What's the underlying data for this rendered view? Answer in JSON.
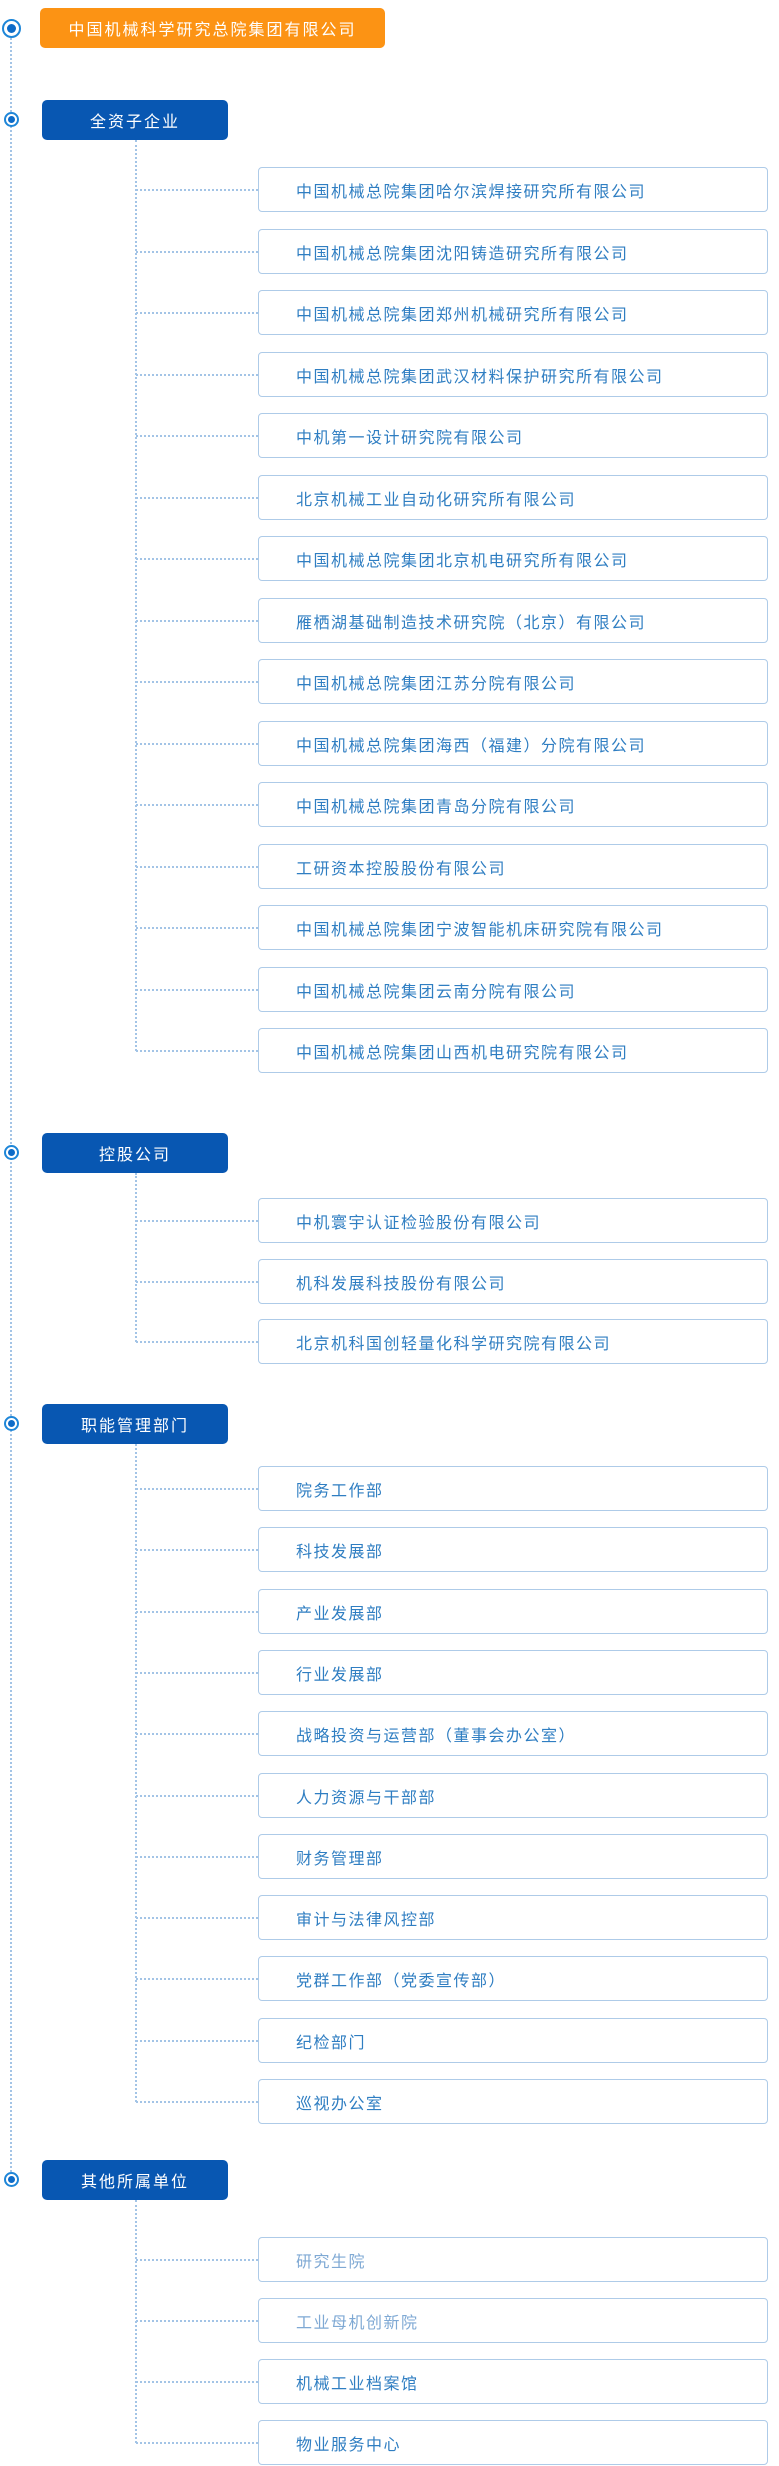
{
  "root": {
    "title": "中国机械科学研究总院集团有限公司"
  },
  "colors": {
    "root_bg": "#FC9314",
    "section_bg": "#0857B2",
    "item_text": "#2F7EC2",
    "item_text_muted": "#7FA9D4",
    "item_border": "#AECBE8",
    "connector": "#A3C4E6"
  },
  "icons": {
    "root": "radio-ring-icon",
    "section": "radio-ring-icon"
  },
  "sections": [
    {
      "label": "全资子企业",
      "items": [
        {
          "label": "中国机械总院集团哈尔滨焊接研究所有限公司"
        },
        {
          "label": "中国机械总院集团沈阳铸造研究所有限公司"
        },
        {
          "label": "中国机械总院集团郑州机械研究所有限公司"
        },
        {
          "label": "中国机械总院集团武汉材料保护研究所有限公司"
        },
        {
          "label": "中机第一设计研究院有限公司"
        },
        {
          "label": "北京机械工业自动化研究所有限公司"
        },
        {
          "label": "中国机械总院集团北京机电研究所有限公司"
        },
        {
          "label": "雁栖湖基础制造技术研究院（北京）有限公司"
        },
        {
          "label": "中国机械总院集团江苏分院有限公司"
        },
        {
          "label": "中国机械总院集团海西（福建）分院有限公司"
        },
        {
          "label": "中国机械总院集团青岛分院有限公司"
        },
        {
          "label": "工研资本控股股份有限公司"
        },
        {
          "label": "中国机械总院集团宁波智能机床研究院有限公司"
        },
        {
          "label": "中国机械总院集团云南分院有限公司"
        },
        {
          "label": "中国机械总院集团山西机电研究院有限公司"
        }
      ]
    },
    {
      "label": "控股公司",
      "items": [
        {
          "label": "中机寰宇认证检验股份有限公司"
        },
        {
          "label": "机科发展科技股份有限公司"
        },
        {
          "label": "北京机科国创轻量化科学研究院有限公司"
        }
      ]
    },
    {
      "label": "职能管理部门",
      "items": [
        {
          "label": "院务工作部"
        },
        {
          "label": "科技发展部"
        },
        {
          "label": "产业发展部"
        },
        {
          "label": "行业发展部"
        },
        {
          "label": "战略投资与运营部（董事会办公室）"
        },
        {
          "label": "人力资源与干部部"
        },
        {
          "label": "财务管理部"
        },
        {
          "label": "审计与法律风控部"
        },
        {
          "label": "党群工作部（党委宣传部）"
        },
        {
          "label": "纪检部门"
        },
        {
          "label": "巡视办公室"
        }
      ]
    },
    {
      "label": "其他所属单位",
      "items": [
        {
          "label": "研究生院",
          "muted": true
        },
        {
          "label": "工业母机创新院",
          "muted": true
        },
        {
          "label": "机械工业档案馆"
        },
        {
          "label": "物业服务中心"
        }
      ]
    }
  ]
}
